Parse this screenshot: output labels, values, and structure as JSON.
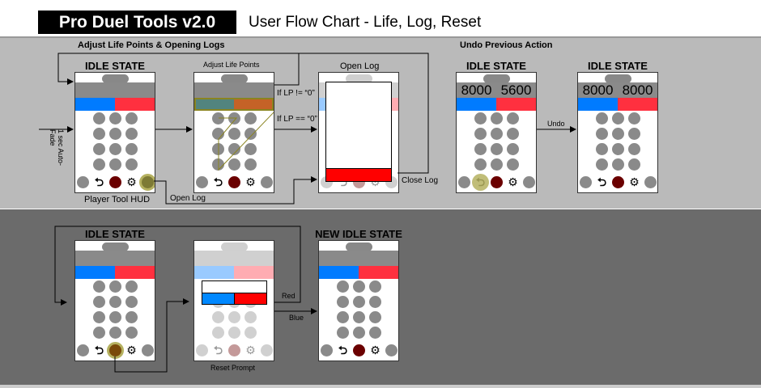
{
  "header": {
    "title": "Pro Duel Tools v2.0",
    "subtitle": "User Flow Chart - Life, Log, Reset"
  },
  "sections": {
    "adjust": "Adjust Life Points & Opening Logs",
    "undo": "Undo Previous Action"
  },
  "states": {
    "idle": "IDLE STATE",
    "adjust": "Adjust Life Points",
    "open_log": "Open Log",
    "new_idle": "NEW IDLE STATE"
  },
  "captions": {
    "hud": "Player Tool HUD",
    "reset": "Reset Prompt"
  },
  "transitions": {
    "auto_fade": "1 sec Auto-Fade",
    "lp_not_zero": "If LP != “0”",
    "lp_zero": "If LP == “0”",
    "open_log": "Open Log",
    "close_log": "Close Log",
    "undo": "Undo",
    "red": "Red",
    "blue": "Blue"
  },
  "colors": {
    "blue": "#007bff",
    "red": "#ff303f",
    "highlight": "#b5b160",
    "dark_red": "#6b0000"
  },
  "phones": [
    {
      "id": "p1",
      "name": "idle-hud",
      "highlight": "right-button"
    },
    {
      "id": "p2",
      "name": "adjust-life-points",
      "highlight": "life-bar"
    },
    {
      "id": "p3",
      "name": "open-log",
      "faded": true,
      "overlay": "log"
    },
    {
      "id": "p4",
      "name": "undo-before",
      "lp": [
        "8000",
        "5600"
      ],
      "highlight": "undo"
    },
    {
      "id": "p5",
      "name": "undo-after",
      "lp": [
        "8000",
        "8000"
      ]
    },
    {
      "id": "p6",
      "name": "reset-idle",
      "highlight": "reset"
    },
    {
      "id": "p7",
      "name": "reset-prompt",
      "faded": true,
      "overlay": "reset"
    },
    {
      "id": "p8",
      "name": "new-idle"
    }
  ]
}
